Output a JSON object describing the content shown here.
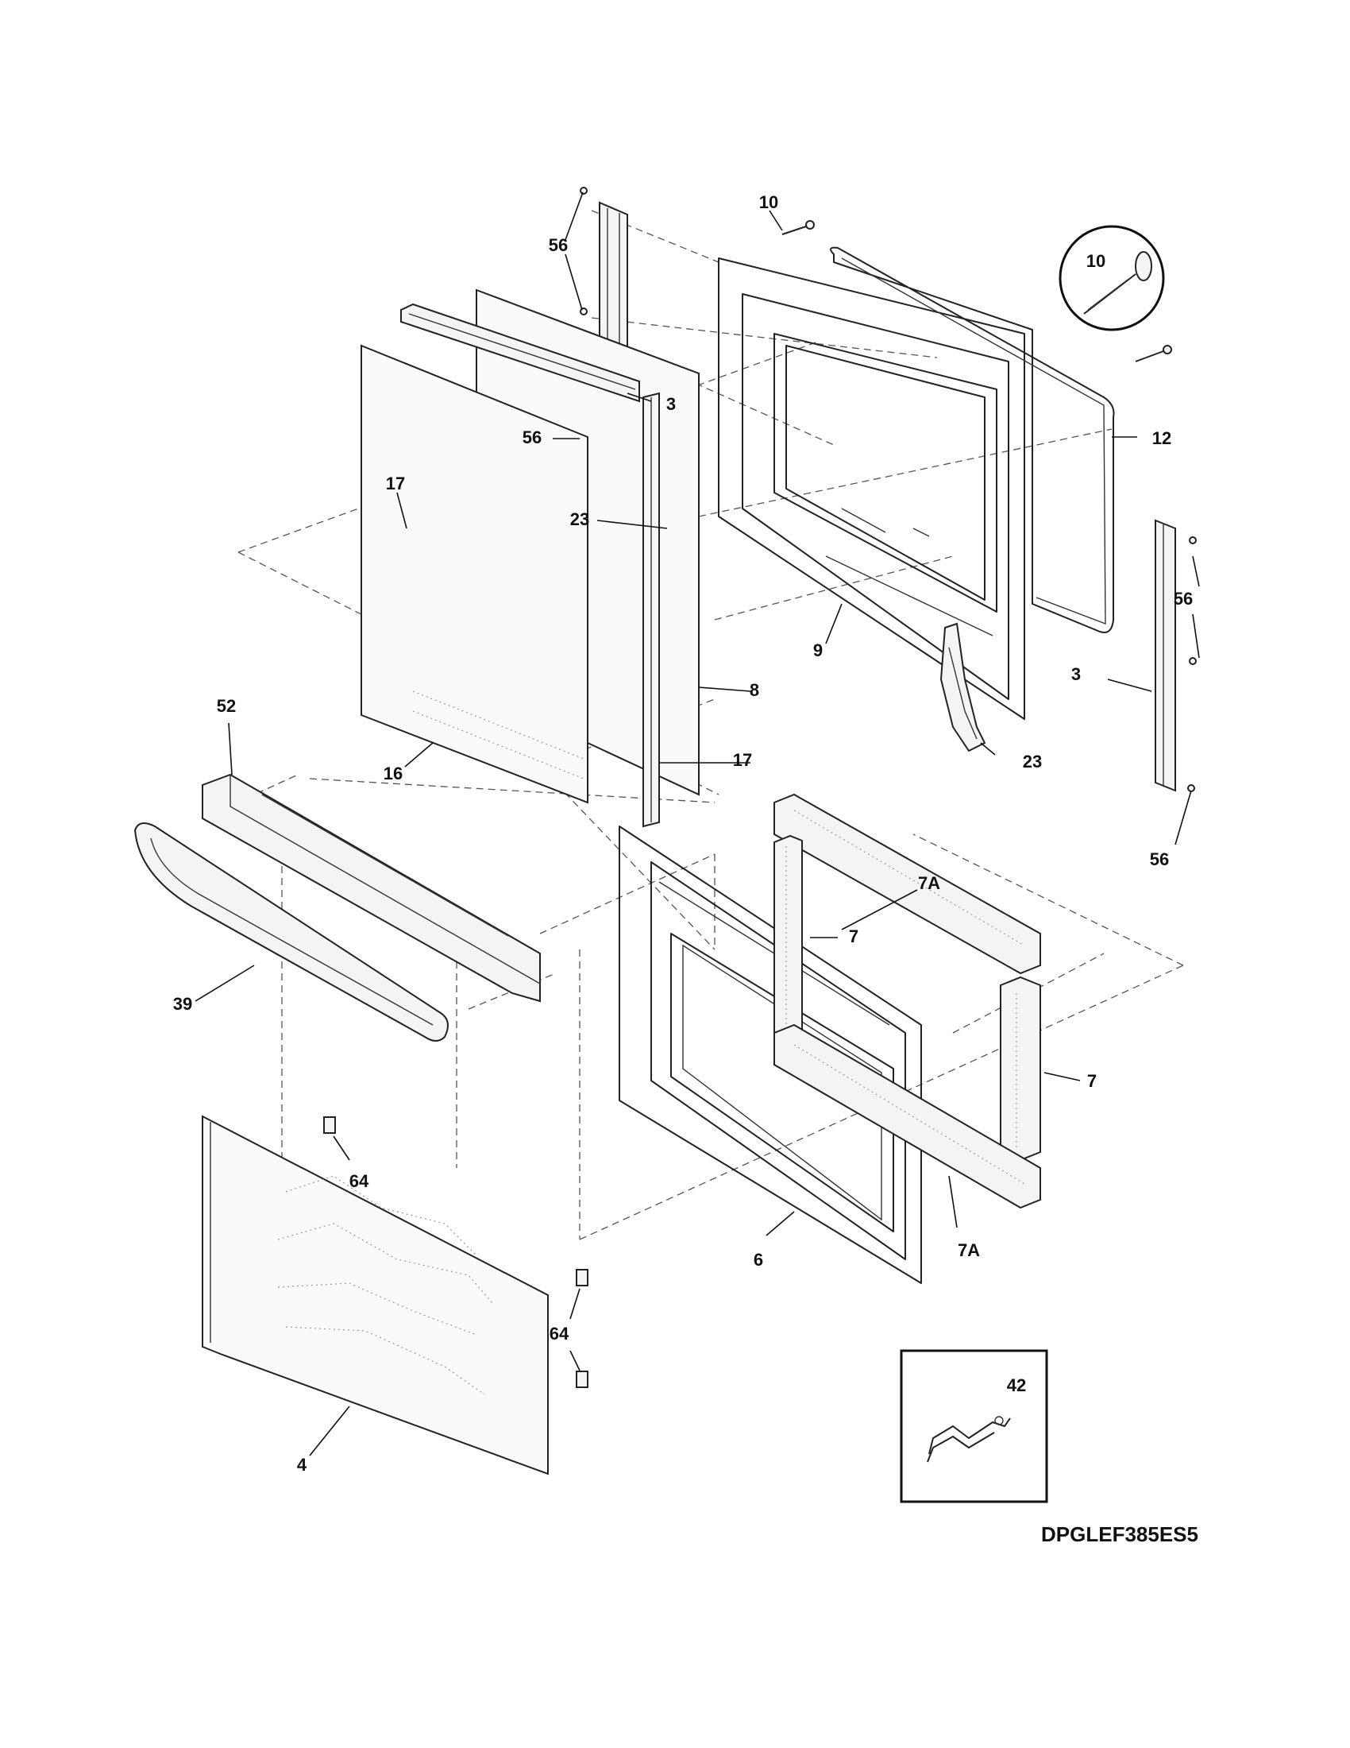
{
  "diagram": {
    "model_code": "DPGLEF385ES5",
    "callouts": {
      "c56a": "56",
      "c56b": "56",
      "c3a": "3",
      "c10": "10",
      "c10detail": "10",
      "c12": "12",
      "c17a": "17",
      "c23a": "23",
      "c9": "9",
      "c56c": "56",
      "c3b": "3",
      "c8": "8",
      "c17b": "17",
      "c16": "16",
      "c52": "52",
      "c23b": "23",
      "c56d": "56",
      "c7Aa": "7A",
      "c7a": "7",
      "c39": "39",
      "c7b": "7",
      "c64a": "64",
      "c6": "6",
      "c7Ab": "7A",
      "c64b": "64",
      "c42": "42",
      "c4": "4"
    }
  }
}
